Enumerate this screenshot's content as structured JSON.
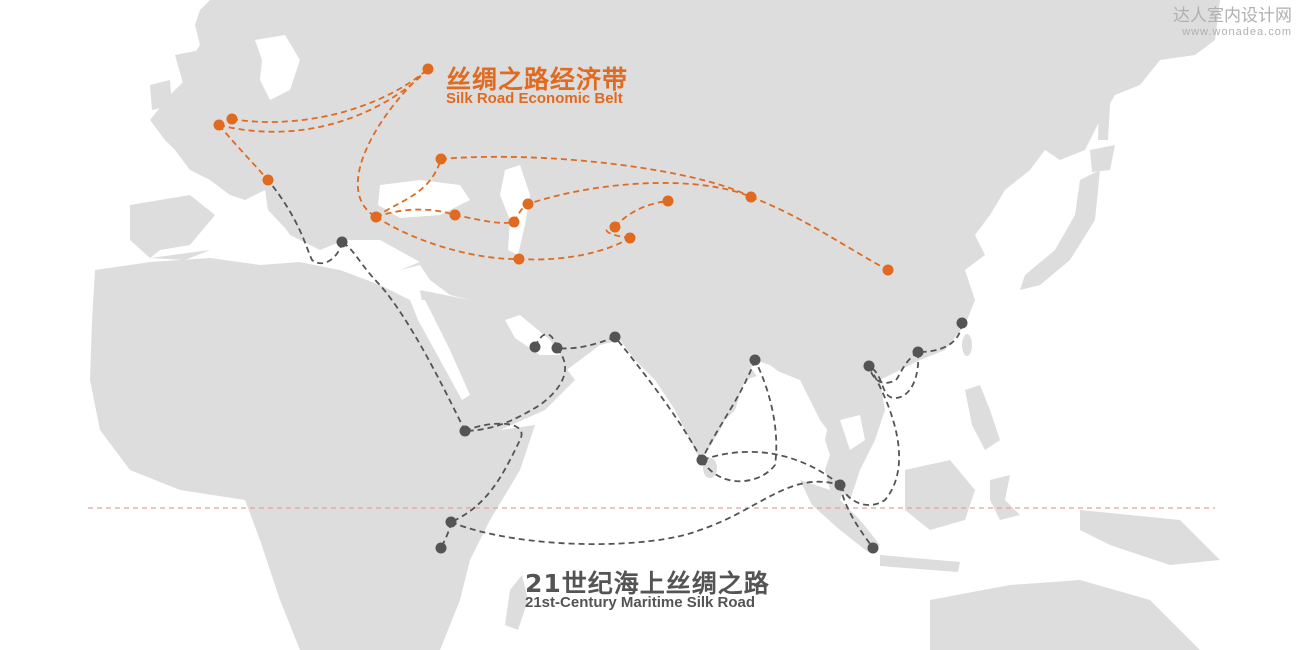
{
  "colors": {
    "land": "#dddddd",
    "sea": "#ffffff",
    "belt": "#e06a20",
    "maritime": "#545454",
    "equator": "#e8a0a0",
    "watermark": "#b0b0b0"
  },
  "belt": {
    "title_cn": "丝绸之路经济带",
    "title_en": "Silk Road Economic Belt"
  },
  "maritime": {
    "title_cn": "21世纪海上丝绸之路",
    "title_en": "21st-Century Maritime Silk Road"
  },
  "watermark": {
    "name_cn": "达人室内设计网",
    "url": "www.wonadea.com"
  }
}
